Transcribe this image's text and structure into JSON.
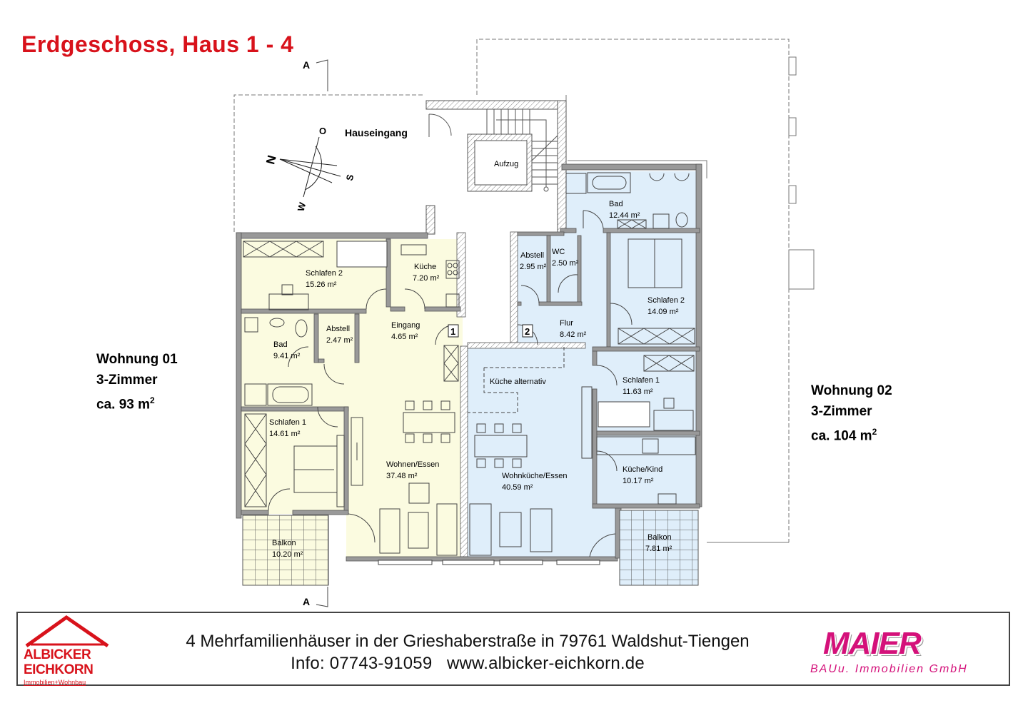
{
  "title": "Erdgeschoss, Haus 1 - 4",
  "section_marker": "A",
  "compass": {
    "north": "N",
    "south": "S",
    "east": "O",
    "west": "W"
  },
  "entrance_label": "Hauseingang",
  "elevator_label": "Aufzug",
  "apartments": [
    {
      "name": "Wohnung 01",
      "rooms_count": "3-Zimmer",
      "area": "ca. 93 m",
      "area_unit_sup": "2",
      "number_badge": "1",
      "fill_color": "#fbfbe0",
      "rooms": [
        {
          "name": "Schlafen 2",
          "area": "15.26 m²"
        },
        {
          "name": "Küche",
          "area": "7.20 m²"
        },
        {
          "name": "Bad",
          "area": "9.41 m²"
        },
        {
          "name": "Abstell",
          "area": "2.47 m²"
        },
        {
          "name": "Eingang",
          "area": "4.65 m²"
        },
        {
          "name": "Schlafen 1",
          "area": "14.61 m²"
        },
        {
          "name": "Wohnen/Essen",
          "area": "37.48 m²"
        },
        {
          "name": "Balkon",
          "area": "10.20 m²"
        }
      ]
    },
    {
      "name": "Wohnung 02",
      "rooms_count": "3-Zimmer",
      "area": "ca. 104 m",
      "area_unit_sup": "2",
      "number_badge": "2",
      "fill_color": "#dfeefa",
      "rooms": [
        {
          "name": "Bad",
          "area": "12.44 m²"
        },
        {
          "name": "Abstell",
          "area": "2.95 m²"
        },
        {
          "name": "WC",
          "area": "2.50 m²"
        },
        {
          "name": "Schlafen 2",
          "area": "14.09 m²"
        },
        {
          "name": "Flur",
          "area": "8.42 m²"
        },
        {
          "name": "Küche alternativ",
          "area": ""
        },
        {
          "name": "Schlafen 1",
          "area": "11.63 m²"
        },
        {
          "name": "Wohnküche/Essen",
          "area": "40.59 m²"
        },
        {
          "name": "Küche/Kind",
          "area": "10.17 m²"
        },
        {
          "name": "Balkon",
          "area": "7.81 m²"
        }
      ]
    }
  ],
  "footer": {
    "line1": "4 Mehrfamilienhäuser in der Grieshaberstraße in 79761 Waldshut-Tiengen",
    "line2": "Info: 07743-91059   www.albicker-eichkorn.de",
    "left_logo": {
      "line1": "ALBICKER",
      "line2": "EICHKORN",
      "sub": "Immobilien+Wohnbau"
    },
    "right_logo": {
      "brand": "MAIER",
      "sub": "BAUu. Immobilien GmbH"
    }
  },
  "colors": {
    "title_red": "#d8121b",
    "maier_magenta": "#d4117a",
    "apt1_fill": "#fbfbe0",
    "apt2_fill": "#dfeefa",
    "wall": "#999999"
  }
}
